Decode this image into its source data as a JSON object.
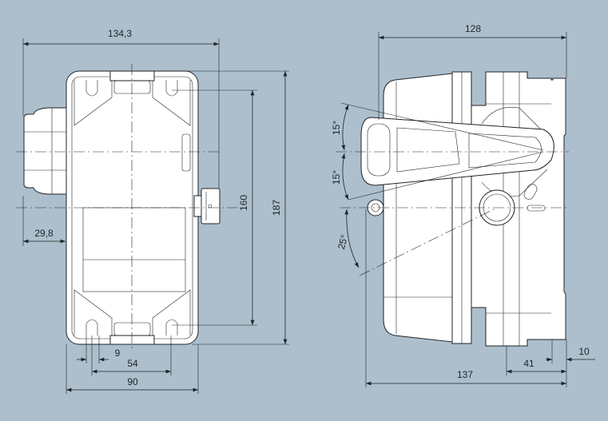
{
  "drawing": {
    "front_view": {
      "overall_width_label": "134,3",
      "overall_height_label": "187",
      "mounting_height_label": "160",
      "gland_offset_label": "29,8",
      "hole_width_label": "9",
      "mounting_width_label": "54",
      "body_width_label": "90"
    },
    "side_view": {
      "top_width_label": "128",
      "angle_up_label": "15°",
      "angle_down_label": "15°",
      "angle_lower_label": "25°",
      "overall_depth_label": "137",
      "base_depth_label": "41",
      "flange_label": "10"
    },
    "colors": {
      "background": "#adbfcc",
      "line": "#1e2328",
      "part_fill": "#ffffff"
    }
  }
}
